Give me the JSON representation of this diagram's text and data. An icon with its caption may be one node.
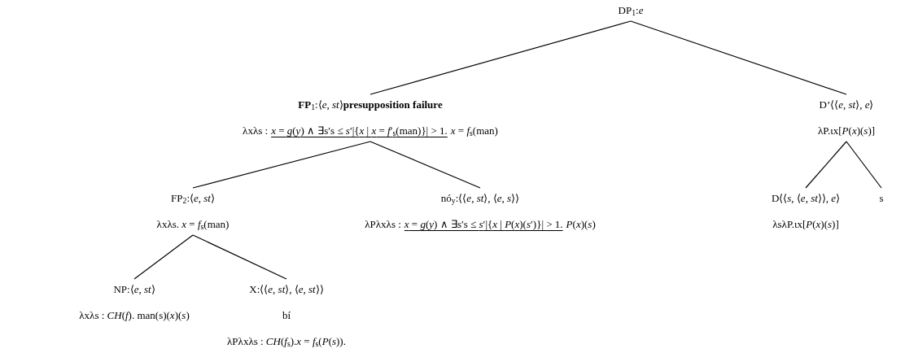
{
  "diagram": {
    "nodes": [
      {
        "text": [
          "DP$_{1}$:*e*"
        ]
      },
      {
        "text": [
          "**FP**$_{1}$:⟨*e*, *st*⟩**presupposition failure**",
          "λxλs :",
          "*x* = *g*(*y*) ∧ ∃s′s ≤ *s*′|{*x* | *x* = *f*′$_{s}$(man)}| > 1.",
          "*x* = *f*$_{s}$(man)"
        ]
      },
      {
        "text": [
          "D’⟨⟨*e*, *st*⟩, *e*⟩",
          "λP.ιx[*P*(*x*)(*s*)]"
        ]
      },
      {
        "text": [
          "FP$_{2}$:⟨*e*, *st*⟩",
          "λxλs. *x* = *f*$_{s}$(man)"
        ]
      },
      {
        "text": [
          "nó$_{y}$:⟨⟨*e*, *st*⟩, ⟨*e*, *s*⟩⟩",
          "λPλxλs :",
          "*x* = *g*(*y*) ∧ ∃s′s ≤ *s*′|{*x* | *P*(*x*)(*s*′)}| > 1.",
          "*P*(*x*)(*s*)"
        ]
      },
      {
        "text": [
          "D⟨⟨*s*, ⟨*e*, *st*⟩⟩, *e*⟩",
          "λsλP.ιx[*P*(*x*)(*s*)]"
        ]
      },
      {
        "text": [
          "s"
        ]
      },
      {
        "text": [
          "NP:⟨*e*, *st*⟩",
          "λxλs : *CH*(*f*).  man(s)(*x*)(*s*)"
        ]
      },
      {
        "text": [
          "X:⟨⟨*e*, *st*⟩, ⟨*e*, *st*⟩⟩",
          "bí",
          "λPλxλs : *CH*(*f*$_{s}$).*x* = *f*$_{s}$(*P*(*s*))."
        ]
      }
    ],
    "edges": [
      {
        "from": 0,
        "to": 1,
        "arrow": "none"
      },
      {
        "from": 0,
        "to": 2,
        "arrow": "none"
      },
      {
        "from": 1,
        "to": 3,
        "arrow": "none"
      },
      {
        "from": 1,
        "to": 4,
        "arrow": "none"
      },
      {
        "from": 2,
        "to": 5,
        "arrow": "none"
      },
      {
        "from": 2,
        "to": 6,
        "arrow": "none"
      },
      {
        "from": 3,
        "to": 7,
        "arrow": "none"
      },
      {
        "from": 3,
        "to": 8,
        "arrow": "none"
      }
    ]
  }
}
